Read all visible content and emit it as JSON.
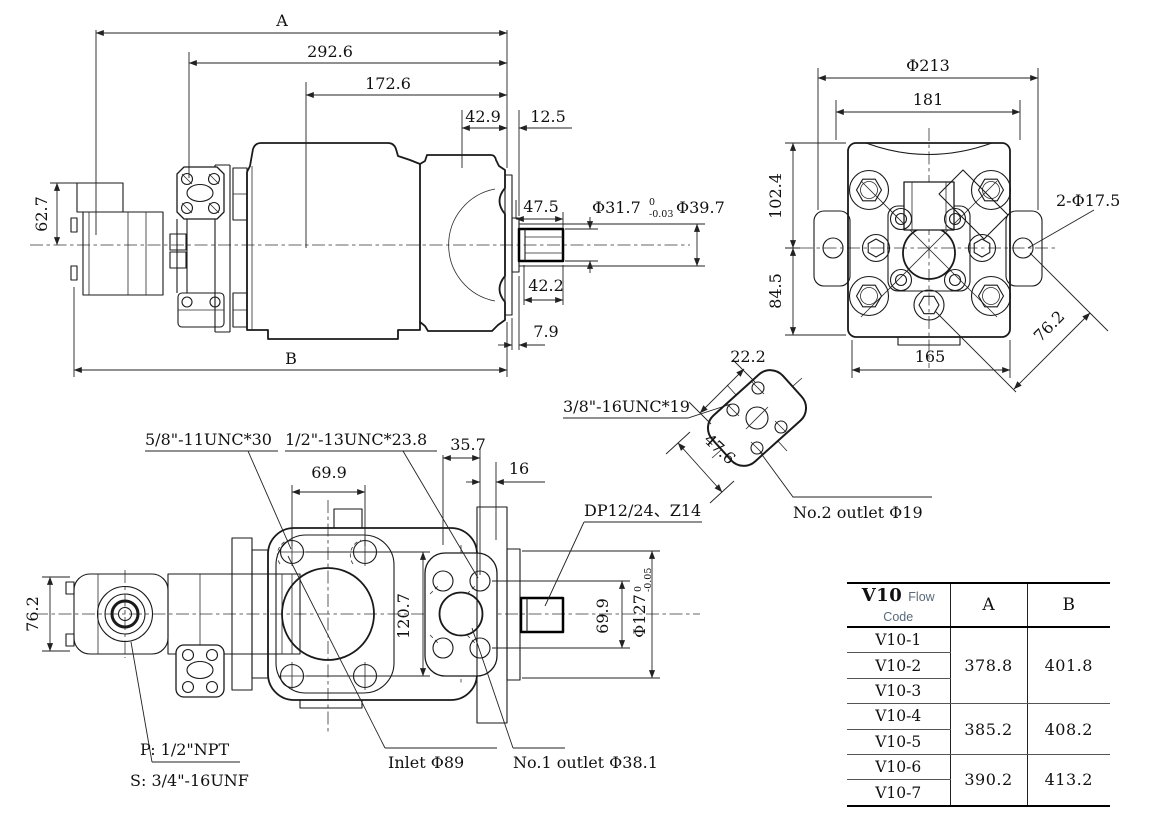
{
  "drawing": {
    "side_view": {
      "dim_a_label": "A",
      "dim_overall": "292.6",
      "dim_body": "172.6",
      "dim_42_9": "42.9",
      "dim_12_5": "12.5",
      "dim_62_7": "62.7",
      "dim_47_5": "47.5",
      "shaft_dia": "Φ31.7",
      "shaft_tol_up": "0",
      "shaft_tol_low": "-0.03",
      "dim_39_7": "Φ39.7",
      "dim_42_2": "42.2",
      "dim_7_9": "7.9",
      "dim_b_label": "B"
    },
    "rear_view": {
      "dim_213": "Φ213",
      "dim_181": "181",
      "dim_102_4": "102.4",
      "dim_84_5": "84.5",
      "dim_165": "165",
      "dim_holes": "2-Φ17.5",
      "dim_76_2": "76.2"
    },
    "outlet2_detail": {
      "dim_22_2": "22.2",
      "thread_label": "3/8\"-16UNC*19",
      "dim_47_6": "47.6",
      "outlet_label": "No.2 outlet Φ19"
    },
    "bottom_view": {
      "thread_5_8": "5/8\"-11UNC*30",
      "thread_1_2": "1/2\"-13UNC*23.8",
      "dim_35_7": "35.7",
      "dim_16": "16",
      "dim_69_9_top": "69.9",
      "spline_label": "DP12/24、Z14",
      "dim_76_2": "76.2",
      "dim_120_7": "120.7",
      "dim_69_9_right": "69.9",
      "pilot_dia": "Φ127",
      "pilot_tol_up": "0",
      "pilot_tol_low": "-0.05",
      "port_p": "P: 1/2\"NPT",
      "port_s": "S: 3/4\"-16UNF",
      "inlet_label": "Inlet Φ89",
      "outlet1_label": "No.1 outlet Φ38.1"
    }
  },
  "table": {
    "header": {
      "model": "V10",
      "flow_code": "Flow Code",
      "col_a": "A",
      "col_b": "B"
    },
    "groups": [
      {
        "models": [
          "V10-1",
          "V10-2",
          "V10-3"
        ],
        "a": "378.8",
        "b": "401.8"
      },
      {
        "models": [
          "V10-4",
          "V10-5"
        ],
        "a": "385.2",
        "b": "408.2"
      },
      {
        "models": [
          "V10-6",
          "V10-7"
        ],
        "a": "390.2",
        "b": "413.2"
      }
    ]
  }
}
